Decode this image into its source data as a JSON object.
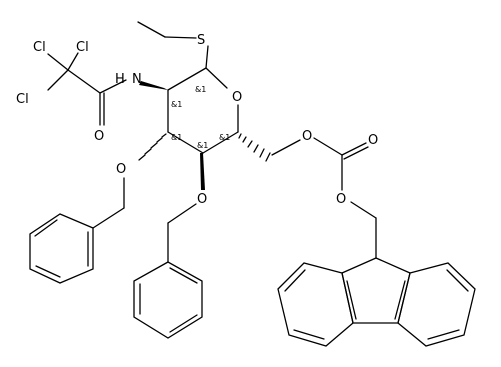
{
  "structure": {
    "atom_labels": {
      "s_thio": "S",
      "n_amide": "N",
      "nh_h": "H",
      "o_amide": "O",
      "cl_1": "Cl",
      "cl_2": "Cl",
      "cl_3": "Cl",
      "o_ring": "O",
      "o_carb_ester1": "O",
      "o_carb_double": "O",
      "o_carb_ester2": "O",
      "o_bn3": "O",
      "o_bn4": "O"
    },
    "stereo_labels": {
      "c1": "&1",
      "c2": "&1",
      "c3": "&1",
      "c4": "&1",
      "c5": "&1"
    }
  }
}
